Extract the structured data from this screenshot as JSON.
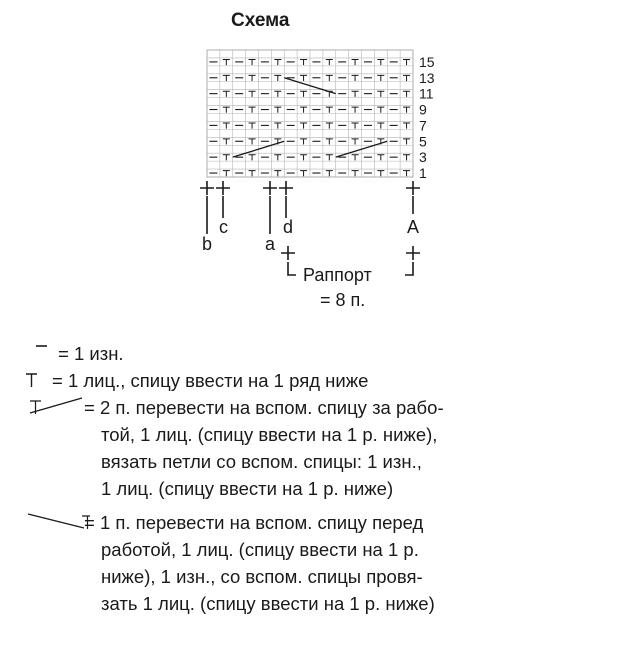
{
  "title": "Схема",
  "chart": {
    "columns": 16,
    "rows": 16,
    "row_labels": [
      "15",
      "13",
      "11",
      "9",
      "7",
      "5",
      "3",
      "1"
    ],
    "cell_pattern": [
      "purl",
      "knit_below"
    ],
    "cables": [
      {
        "type": "cross_right",
        "row_from": 3,
        "row_to": 5,
        "col_from": 2,
        "col_to": 5
      },
      {
        "type": "cross_right",
        "row_from": 3,
        "row_to": 5,
        "col_from": 10,
        "col_to": 13
      },
      {
        "type": "cross_left",
        "row_from": 11,
        "row_to": 13,
        "col_from": 6,
        "col_to": 9
      }
    ],
    "markers": {
      "b": "b",
      "c": "c",
      "a": "a",
      "d": "d",
      "A": "A"
    },
    "repeat_label": "Раппорт",
    "repeat_count": "= 8 п."
  },
  "legend": [
    {
      "symbol": "purl-icon",
      "lines": [
        "= 1 изн."
      ]
    },
    {
      "symbol": "knit-below-icon",
      "lines": [
        "= 1 лиц., спицу ввести на 1 ряд ниже"
      ]
    },
    {
      "symbol": "cable-right-icon",
      "lines": [
        "= 2 п. перевести на вспом. спицу за рабо-",
        "той, 1 лиц. (спицу ввести на 1 р. ниже),",
        "вязать петли со вспом. спицы: 1 изн.,",
        "1 лиц. (спицу ввести на 1 р. ниже)"
      ]
    },
    {
      "symbol": "cable-left-icon",
      "lines": [
        "= 1 п. перевести на вспом. спицу перед",
        "работой, 1 лиц. (спицу ввести на 1 р.",
        "ниже), 1 изн., со вспом. спицы провя-",
        "зать 1 лиц. (спицу ввести на 1 р. ниже)"
      ]
    }
  ]
}
